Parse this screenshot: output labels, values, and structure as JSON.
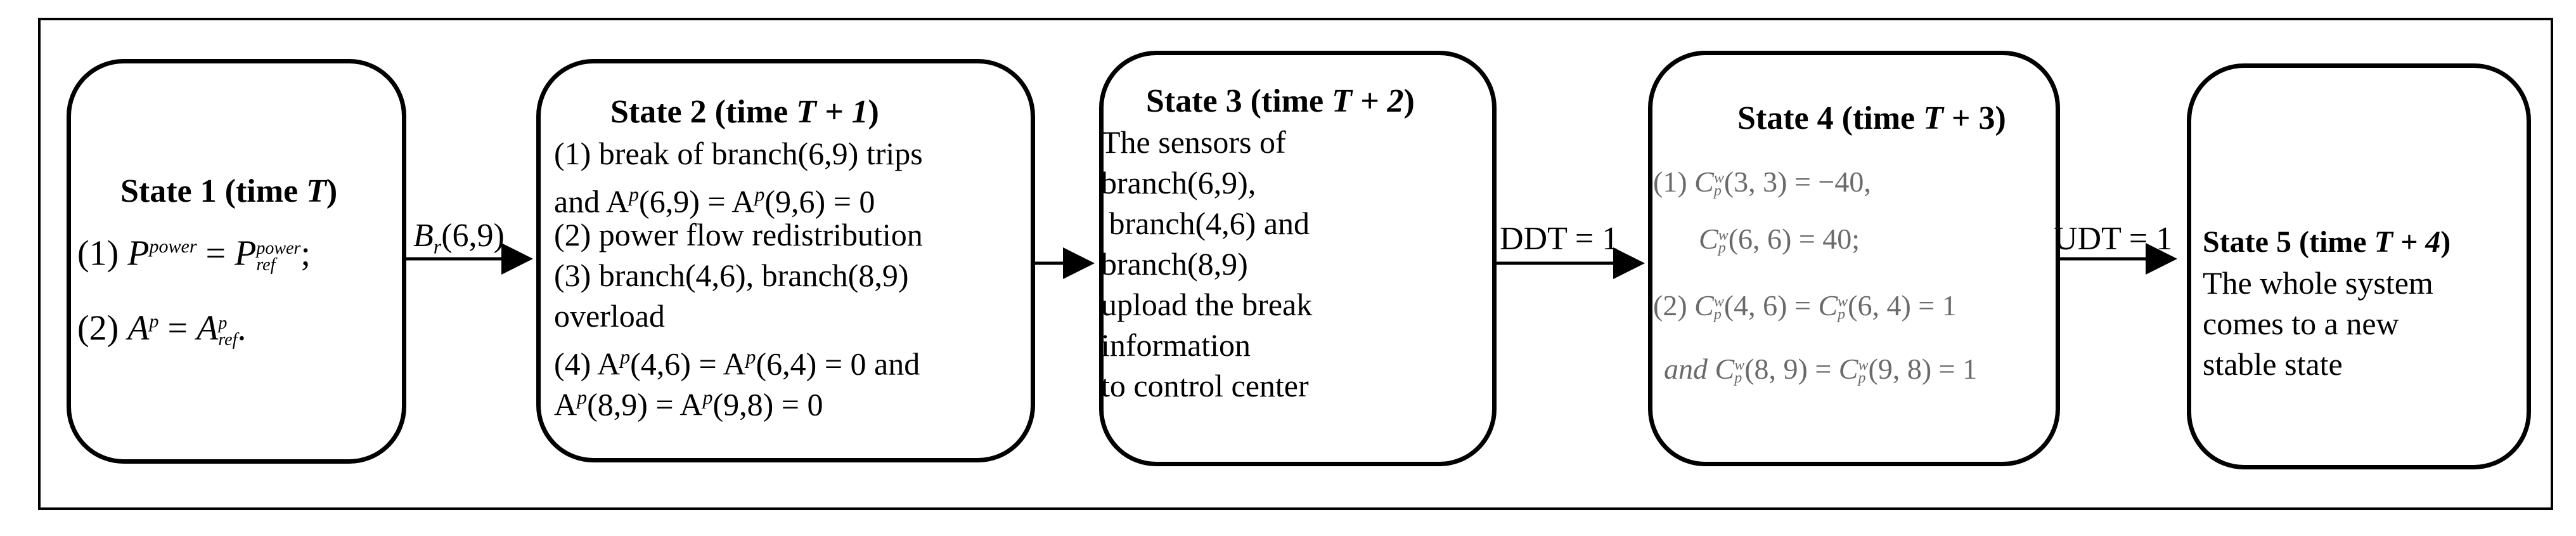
{
  "state1": {
    "title": "State 1 (time ",
    "title_var": "T",
    "title_close": ")",
    "line1_num": "(1) ",
    "line1_lhs": "P",
    "line1_lhs_sup": "power",
    "line1_eq": " = ",
    "line1_rhs": "P",
    "line1_rhs_sup": "power",
    "line1_rhs_sub": "ref",
    "line1_end": ";",
    "line2_num": "(2) ",
    "line2_lhs": "A",
    "line2_lhs_sup": "p",
    "line2_eq": " = ",
    "line2_rhs": "A",
    "line2_rhs_sup": "p",
    "line2_rhs_sub": "ref",
    "line2_end": "."
  },
  "edge1": {
    "label_main": "B",
    "label_sub": "r",
    "label_rest": "(6,9)"
  },
  "state2": {
    "title": "State 2 (time ",
    "title_var": "T + 1",
    "title_close": ")",
    "lines": [
      "(1) break of branch(6,9) trips",
      "and A",
      "p",
      "(6,9) = A",
      "p",
      "(9,6) = 0",
      "(2) power flow redistribution",
      "(3) branch(4,6), branch(8,9)",
      "overload",
      "(4) A",
      "p",
      "(4,6) = A",
      "p",
      "(6,4) = 0 and",
      "A",
      "p",
      "(8,9) = A",
      "p",
      "(9,8) = 0"
    ]
  },
  "state3": {
    "title": "State 3 (time ",
    "title_var": "T + 2",
    "title_close": ")",
    "lines": [
      "The sensors of",
      "branch(6,9),",
      " branch(4,6) and",
      "branch(8,9)",
      "upload the break",
      "information",
      "to control center"
    ]
  },
  "edge3": {
    "label": "DDT = 1"
  },
  "state4": {
    "title": "State 4 (time ",
    "title_var": "T",
    "title_rest": " + 3)",
    "l1_num": "(1) ",
    "l1_a": "C",
    "l1_a_sup": "w",
    "l1_a_sub": "p",
    "l1_a_args": "(3, 3) = −40,",
    "l2_a": "C",
    "l2_a_sup": "w",
    "l2_a_sub": "p",
    "l2_a_args": "(6, 6) = 40;",
    "l3_num": "(2) ",
    "l3_a": "C",
    "l3_a_sup": "w",
    "l3_a_sub": "p",
    "l3_a_args": "(4, 6) = ",
    "l3_b": "C",
    "l3_b_sup": "w",
    "l3_b_sub": "p",
    "l3_b_args": "(6, 4) = 1",
    "l4_and": "and ",
    "l4_a": "C",
    "l4_a_sup": "w",
    "l4_a_sub": "p",
    "l4_a_args": "(8, 9) = ",
    "l4_b": "C",
    "l4_b_sup": "w",
    "l4_b_sub": "p",
    "l4_b_args": "(9, 8) = 1"
  },
  "edge4": {
    "label": "UDT = 1"
  },
  "state5": {
    "title": "State 5 (time ",
    "title_var": "T + 4",
    "title_close": ")",
    "lines": [
      "The whole system",
      "comes to a new",
      "stable state"
    ]
  }
}
